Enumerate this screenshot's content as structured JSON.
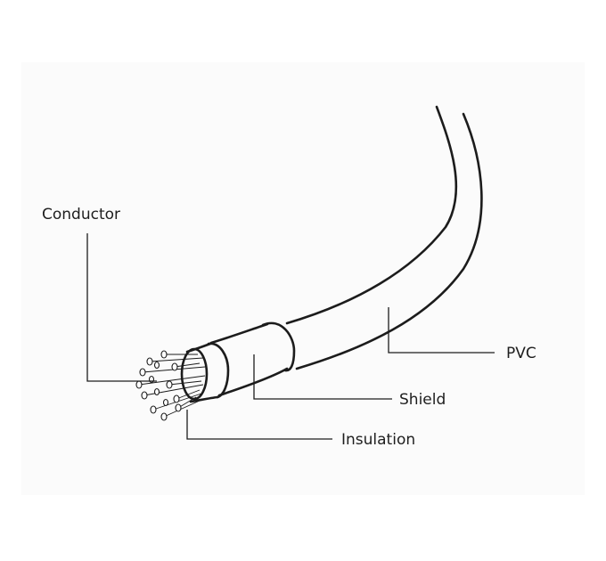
{
  "diagram": {
    "labels": {
      "conductor": "Conductor",
      "pvc": "PVC",
      "shield": "Shield",
      "insulation": "Insulation"
    },
    "colors": {
      "line": "#1c1c1c",
      "panel": "#fbfbfb",
      "background": "#ffffff"
    }
  }
}
